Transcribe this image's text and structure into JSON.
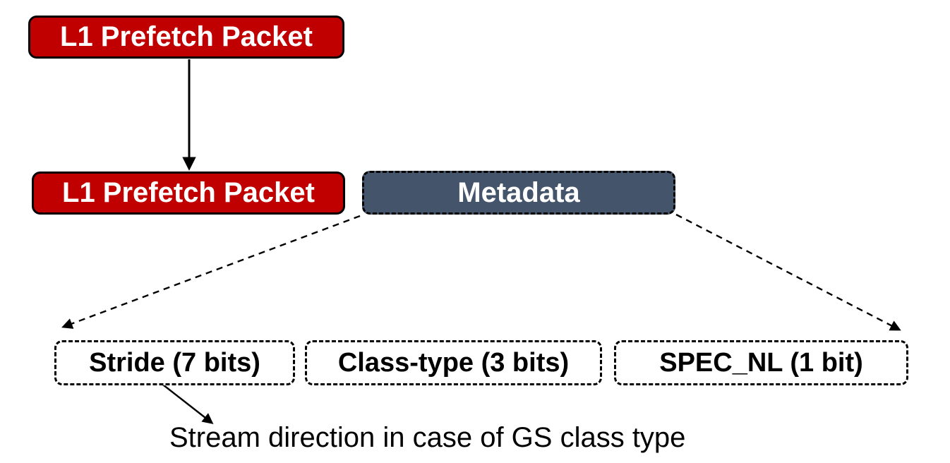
{
  "diagram": {
    "packet_box_top": "L1 Prefetch Packet",
    "packet_box_bottom": "L1 Prefetch Packet",
    "metadata_box": "Metadata",
    "fields": [
      {
        "label": "Stride (7 bits)"
      },
      {
        "label": "Class-type (3 bits)"
      },
      {
        "label": "SPEC_NL (1 bit)"
      }
    ],
    "caption": "Stream direction in case of GS class type"
  },
  "colors": {
    "packet-red": "#C00000",
    "metadata-slate": "#44546A",
    "line-black": "#000000",
    "background": "#FFFFFF"
  }
}
